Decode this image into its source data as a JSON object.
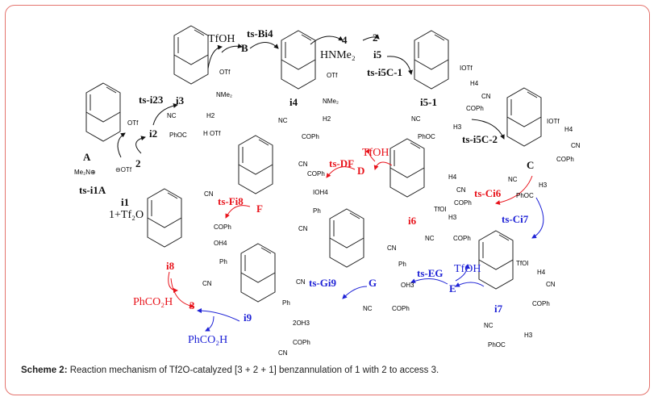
{
  "caption": {
    "label": "Scheme 2:",
    "text": " Reaction mechanism of Tf2O-catalyzed [3 + 2 + 1] benzannulation of 1 with 2 to access 3."
  },
  "colors": {
    "frame": "#e4736d",
    "black": "#111111",
    "red": "#e8131b",
    "blue": "#1e22d6"
  },
  "species": {
    "A": "A",
    "B": "B",
    "C": "C",
    "D": "D",
    "E": "E",
    "F": "F",
    "G": "G",
    "i1": "i1",
    "i2": "i2",
    "i3": "i3",
    "i4": "i4",
    "i5": "i5",
    "i5_1": "i5-1",
    "i6": "i6",
    "i7": "i7",
    "i8": "i8",
    "i9": "i9",
    "n2": "2",
    "n3": "3",
    "n4": "4",
    "n2b": "2"
  },
  "ts": {
    "ts_i1A": "ts-i1A",
    "ts_i23": "ts-i23",
    "ts_Bi4": "ts-Bi4",
    "ts_i5C1": "ts-i5C-1",
    "ts_i5C2": "ts-i5C-2",
    "ts_Ci6": "ts-Ci6",
    "ts_Ci7": "ts-Ci7",
    "ts_DF": "ts-DF",
    "ts_Fi8": "ts-Fi8",
    "ts_EG": "ts-EG",
    "ts_Gi9": "ts-Gi9"
  },
  "reagents": {
    "start": "1+Tf₂O",
    "tfoh_top": "TfOH",
    "hnme2": "HNMe₂",
    "tfoh_d": "TfOH",
    "tfoh_e": "TfOH",
    "phco2h_red": "PhCO₂H",
    "phco2h_blue": "PhCO₂H",
    "otf_anion": "⊖OTf"
  },
  "groups": {
    "OTf": "OTf",
    "IOTf": "IOTf",
    "NMe2": "NMe₂",
    "CN": "CN",
    "NC": "NC",
    "COPh": "COPh",
    "PhOC": "PhOC",
    "Ph": "Ph",
    "H2": "H2",
    "H3": "H3",
    "H4": "H4",
    "HOTf": "H OTf",
    "Me2N": "Me₂N⊕",
    "TfOI": "TfOI",
    "IOH4": "IOH4",
    "OH4": "OH4",
    "OH3": "OH3",
    "COPh7": "COPh",
    "OH3b": "2OH3",
    "COPh6": "COPh"
  }
}
